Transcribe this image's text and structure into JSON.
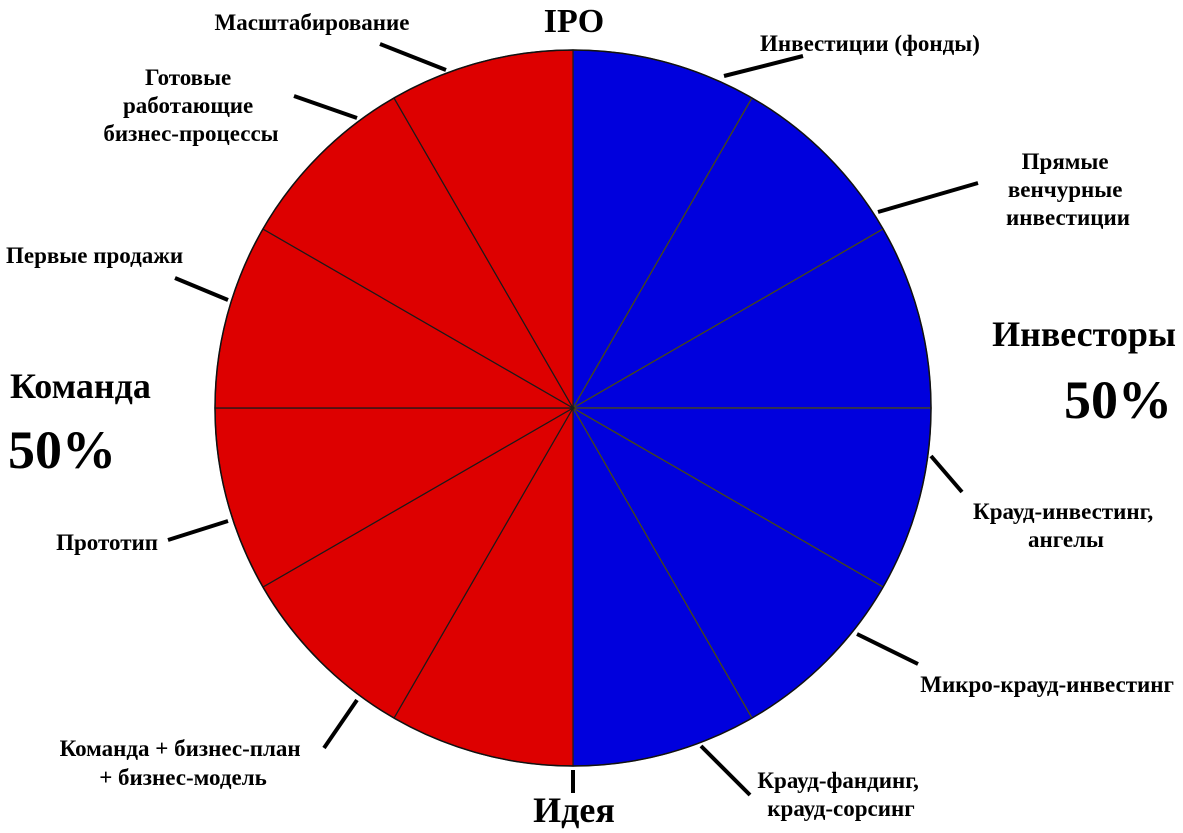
{
  "chart_data": {
    "type": "pie",
    "title": "",
    "top_label": "IPO",
    "bottom_label": "Идея",
    "groups": [
      {
        "name": "Команда",
        "value": 50,
        "value_label": "50%",
        "color": "#dd0000"
      },
      {
        "name": "Инвесторы",
        "value": 50,
        "value_label": "50%",
        "color": "#0000dd"
      }
    ],
    "slices": [
      {
        "label": "Инвестиции (фонды)",
        "value": 1,
        "group": "Инвесторы",
        "color": "#0000dd"
      },
      {
        "label": "Прямые венчурные инвестиции",
        "value": 1,
        "group": "Инвесторы",
        "color": "#0000dd"
      },
      {
        "label": "",
        "value": 1,
        "group": "Инвесторы",
        "color": "#0000dd"
      },
      {
        "label": "Крауд-инвестинг, ангелы",
        "value": 1,
        "group": "Инвесторы",
        "color": "#0000dd"
      },
      {
        "label": "Микро-крауд-инвестинг",
        "value": 1,
        "group": "Инвесторы",
        "color": "#0000dd"
      },
      {
        "label": "Крауд-фандинг, крауд-сорсинг",
        "value": 1,
        "group": "Инвесторы",
        "color": "#0000dd"
      },
      {
        "label": "Команда + бизнес-план + бизнес-модель",
        "value": 1,
        "group": "Команда",
        "color": "#dd0000"
      },
      {
        "label": "Прототип",
        "value": 1,
        "group": "Команда",
        "color": "#dd0000"
      },
      {
        "label": "",
        "value": 1,
        "group": "Команда",
        "color": "#dd0000"
      },
      {
        "label": "Первые продажи",
        "value": 1,
        "group": "Команда",
        "color": "#dd0000"
      },
      {
        "label": "Готовые работающие бизнес-процессы",
        "value": 1,
        "group": "Команда",
        "color": "#dd0000"
      },
      {
        "label": "Масштабирование",
        "value": 1,
        "group": "Команда",
        "color": "#dd0000"
      }
    ]
  },
  "labels": {
    "ipo": "IPO",
    "idea": "Идея",
    "team_title": "Команда",
    "team_pct": "50%",
    "investors_title": "Инвесторы",
    "investors_pct": "50%",
    "invest_funds": "Инвестиции (фонды)",
    "direct_vc": [
      "Прямые",
      "венчурные",
      "инвестиции"
    ],
    "crowd_invest": [
      "Крауд-инвестинг,",
      "ангелы"
    ],
    "micro_crowd": "Микро-крауд-инвестинг",
    "crowdfunding": [
      "Крауд-фандинг,",
      "крауд-сорсинг"
    ],
    "team_plan": [
      "Команда + бизнес-план",
      "+ бизнес-модель"
    ],
    "prototype": "Прототип",
    "first_sales": "Первые продажи",
    "ready_processes": [
      "Готовые",
      "работающие",
      "бизнес-процессы"
    ],
    "scaling": "Масштабирование"
  },
  "colors": {
    "team": "#dd0000",
    "investors": "#0000dd",
    "divider_team": "#1a1a1a",
    "divider_investors": "#4a4a10"
  }
}
